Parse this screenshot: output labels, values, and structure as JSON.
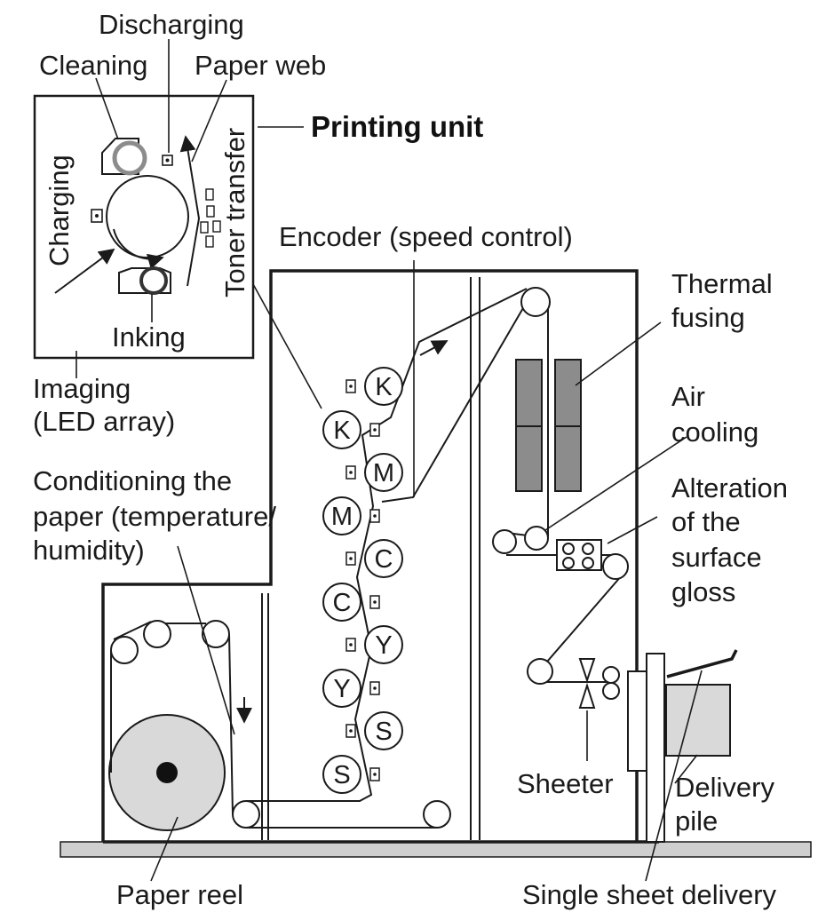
{
  "labels": {
    "discharging": "Discharging",
    "cleaning": "Cleaning",
    "paper_web": "Paper web",
    "printing_unit": "Printing unit",
    "charging": "Charging",
    "toner_transfer": "Toner transfer",
    "inking": "Inking",
    "imaging_line1": "Imaging",
    "imaging_line2": "(LED array)",
    "encoder": "Encoder (speed control)",
    "thermal_line1": "Thermal",
    "thermal_line2": "fusing",
    "air_line1": "Air",
    "air_line2": "cooling",
    "alteration_line1": "Alteration",
    "alteration_line2": "of the",
    "alteration_line3": "surface",
    "alteration_line4": "gloss",
    "conditioning_line1": "Conditioning the",
    "conditioning_line2": "paper (temperature/",
    "conditioning_line3": "humidity)",
    "sheeter": "Sheeter",
    "delivery_line1": "Delivery",
    "delivery_line2": "pile",
    "paper_reel": "Paper reel",
    "single_sheet": "Single sheet delivery"
  },
  "units_right": [
    "K",
    "M",
    "C",
    "Y",
    "S"
  ],
  "units_left": [
    "K",
    "M",
    "C",
    "Y",
    "S"
  ],
  "colors": {
    "line": "#1a1a1a",
    "reel_fill": "#d9d9d9",
    "fuser_fill": "#8c8c8c",
    "pile_fill": "#d9d9d9",
    "floor": "#cfcfcf"
  }
}
